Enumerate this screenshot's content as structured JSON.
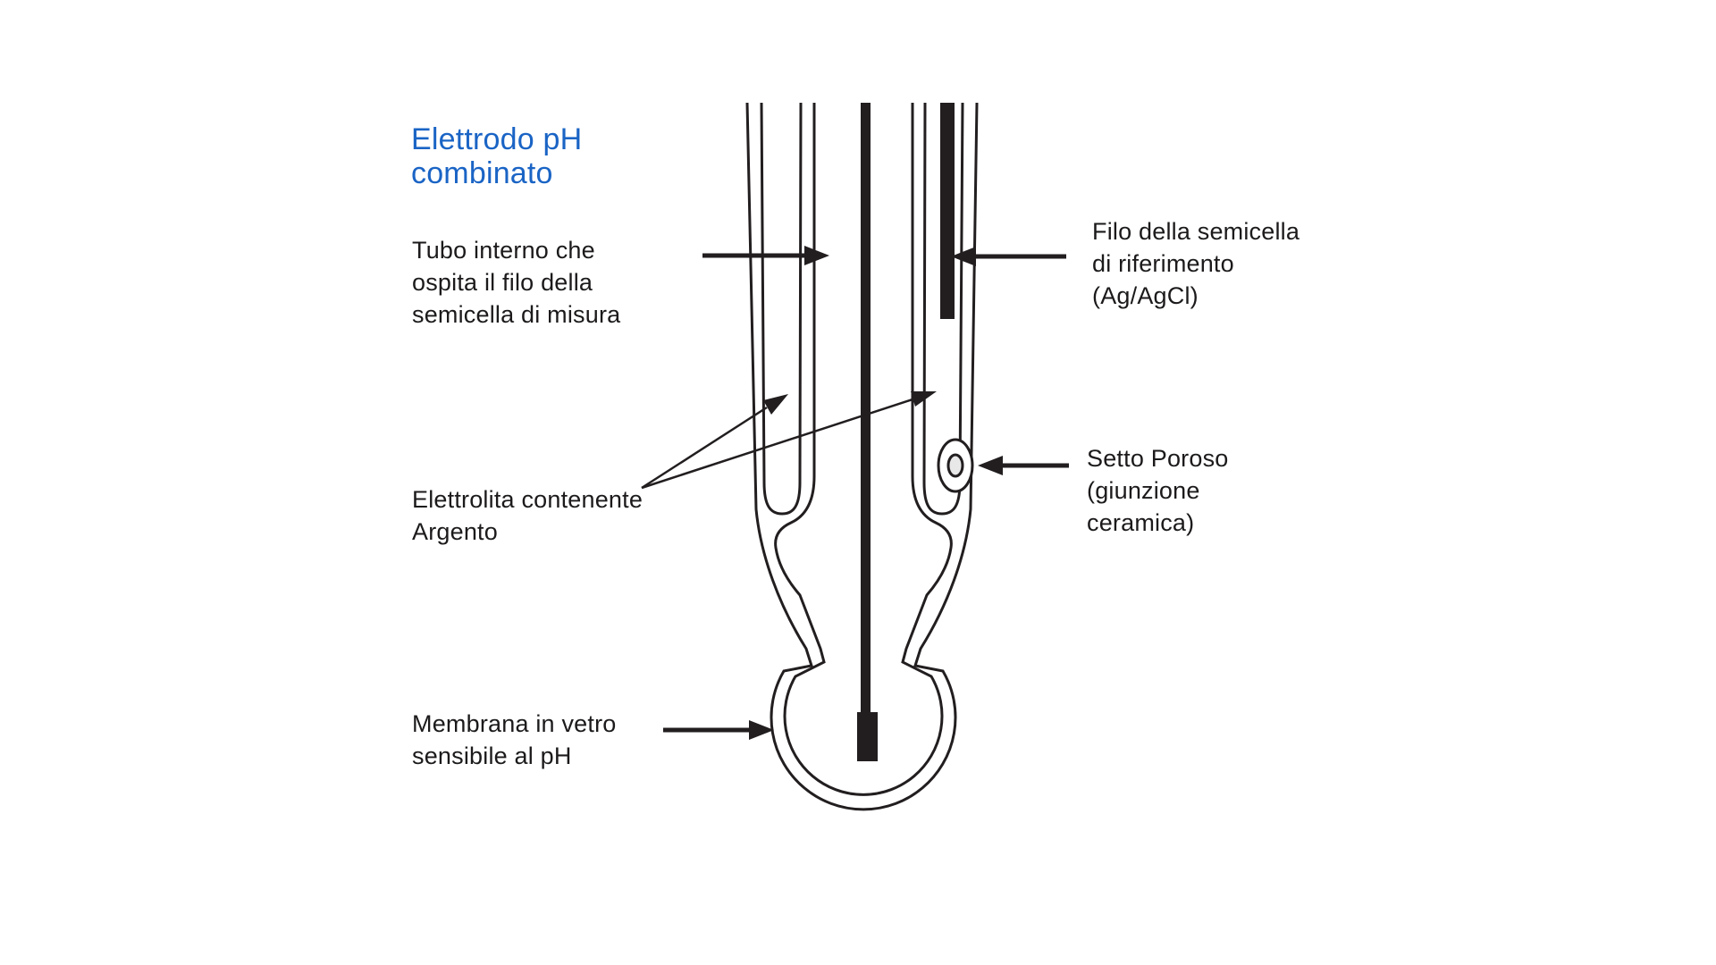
{
  "figure": {
    "title": "Elettrodo pH\ncombinato",
    "labels": {
      "tubo_interno": "Tubo interno che\nospita il filo della\nsemicella di misura",
      "filo_riferimento": "Filo della semicella\ndi riferimento\n(Ag/AgCl)",
      "elettrolita": "Elettrolita contenente\nArgento",
      "setto_poroso": "Setto Poroso\n(giunzione\nceramica)",
      "membrana": "Membrana in vetro\nsensibile al pH"
    },
    "colors": {
      "title_blue": "#1a64c5",
      "ink_black": "#221e1f",
      "junction_fill": "#e8e8e8",
      "background": "#ffffff"
    }
  }
}
